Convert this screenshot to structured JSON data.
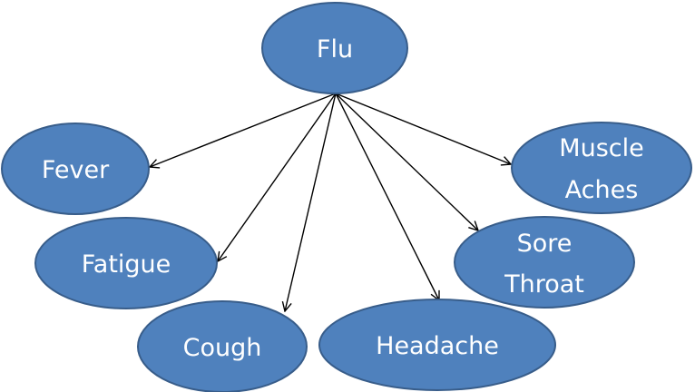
{
  "diagram": {
    "root": {
      "label": "Flu"
    },
    "children": [
      {
        "id": "fever",
        "lines": [
          "Fever"
        ]
      },
      {
        "id": "fatigue",
        "lines": [
          "Fatigue"
        ]
      },
      {
        "id": "cough",
        "lines": [
          "Cough"
        ]
      },
      {
        "id": "headache",
        "lines": [
          "Headache"
        ]
      },
      {
        "id": "sore-throat",
        "lines": [
          "Sore",
          "Throat"
        ]
      },
      {
        "id": "muscle-aches",
        "lines": [
          "Muscle",
          "Aches"
        ]
      }
    ],
    "colors": {
      "node_fill": "#4F81BD",
      "node_stroke": "#385D8A",
      "text": "#FFFFFF",
      "edge": "#000000"
    }
  }
}
